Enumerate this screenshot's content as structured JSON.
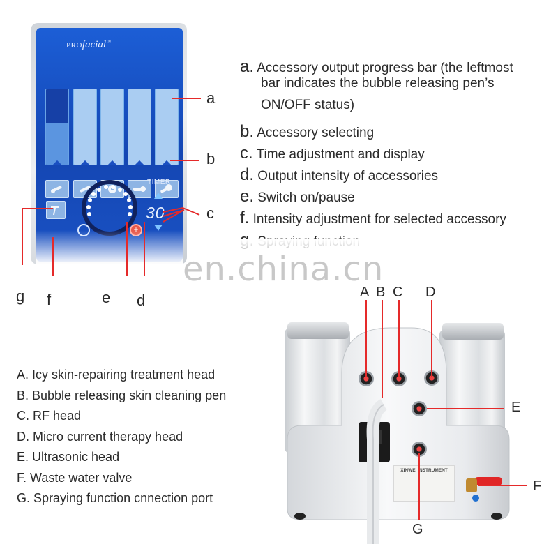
{
  "panel": {
    "brand_prefix": "PRO",
    "brand_name": "facial",
    "brand_tm": "™",
    "timer_label": "TIMER",
    "timer_value": "30",
    "bubble_pen_level": 0.55
  },
  "callouts": {
    "a": "a",
    "b": "b",
    "c": "c",
    "g": "g",
    "f": "f",
    "e": "e",
    "d": "d"
  },
  "legend_lower": [
    {
      "letter": "a.",
      "text": "Accessory output progress bar (the leftmost"
    },
    {
      "letter": "",
      "text": "bar indicates the bubble releasing pen’s"
    },
    {
      "letter": "",
      "text": "ON/OFF status)"
    },
    {
      "letter": "b.",
      "text": "Accessory selecting"
    },
    {
      "letter": "c.",
      "text": "Time adjustment and display"
    },
    {
      "letter": "d.",
      "text": "Output intensity of accessories"
    },
    {
      "letter": "e.",
      "text": "Switch on/pause"
    },
    {
      "letter": "f.",
      "text": "Intensity adjustment for selected accessory"
    },
    {
      "letter": "g.",
      "text": "Spraying function"
    }
  ],
  "watermark": "en.china.cn",
  "machine_callouts": {
    "A": "A",
    "B": "B",
    "C": "C",
    "D": "D",
    "E": "E",
    "F": "F",
    "G": "G"
  },
  "legend_upper": [
    "A. Icy skin-repairing treatment head",
    "B. Bubble releasing skin cleaning pen",
    "C. RF head",
    "D. Micro current therapy head",
    "E. Ultrasonic head",
    "F. Waste water valve",
    "G. Spraying function cnnection port"
  ],
  "plate": {
    "title": "XINWEI INSTRUMENT"
  }
}
